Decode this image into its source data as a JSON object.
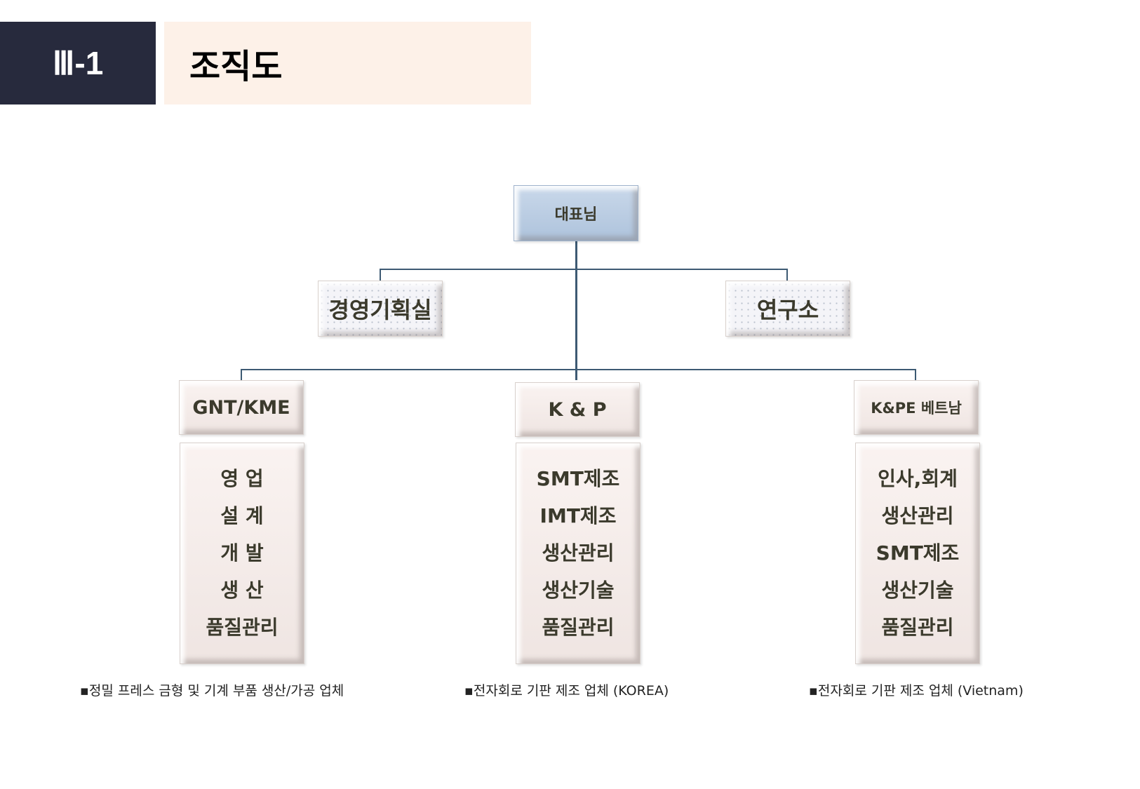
{
  "header": {
    "section_number": "Ⅲ-1",
    "title": "조직도"
  },
  "chart": {
    "ceo": "대표님",
    "staff": [
      "경영기획실",
      "연구소"
    ],
    "units": [
      {
        "name": "GNT/KME",
        "functions": [
          "영 업",
          "설 계",
          "개 발",
          "생 산",
          "품질관리"
        ],
        "caption": "▪정밀 프레스 금형 및 기계 부품 생산/가공 업체"
      },
      {
        "name": "K & P",
        "functions": [
          "SMT제조",
          "IMT제조",
          "생산관리",
          "생산기술",
          "품질관리"
        ],
        "caption": "▪전자회로 기판 제조 업체 (KOREA)"
      },
      {
        "name": "K&PE 베트남",
        "functions": [
          "인사,회계",
          "생산관리",
          "SMT제조",
          "생산기술",
          "품질관리"
        ],
        "caption": "▪전자회로 기판 제조 업체 (Vietnam)"
      }
    ]
  },
  "colors": {
    "header_dark": "#272a3d",
    "header_light": "#fdf1e8",
    "connector": "#3d5a73",
    "ceo_box": "#b9cbe1"
  }
}
